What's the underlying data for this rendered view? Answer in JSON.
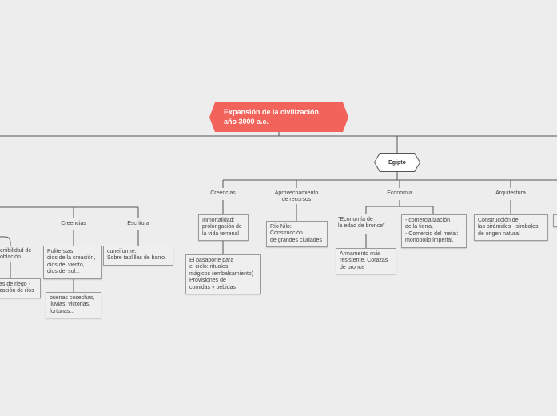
{
  "root": {
    "title": "Expansión de la civilización\naño 3000 a.c."
  },
  "egipto": {
    "title": "Egipto",
    "branches": {
      "creencias": "Creencias",
      "aprovechamiento": "Aprovechamiento\nde recursos",
      "economia": "Economía",
      "arquitectura": "Arquitectura"
    },
    "notes": {
      "inmortalidad": "Inmortalidad:\nprolongación de\nla vida terrenal",
      "pasaporte": "El pasaporte para\nel cielo: rituales\nmágicos (embalsamiento)\nProvisiones de\ncomidas y bebidas",
      "rio_nilo": "Río Nilo:\nConstrucción\nde grandes ciudades",
      "economia_bronce": "\"Economía de\nla edad de bronce\"",
      "comercializacion": "- comercialización\nde la tierra.\n- Comercio del metal:\nmonopolio imperial.",
      "armamento": "Armamento más\nresistente. Corazas\nde bronce",
      "piramides": "Construcción de\nlas pirámides - símbolos\nde origen natural"
    }
  },
  "left_branch": {
    "creencias": "Creencias",
    "escritura": "Escritura",
    "politeistas": "Politeístas:\ndios de la creación,\ndios del viento,\ndios del sol...",
    "cosechas": "buenas cosechas,\nlluvias, victorias,\nfortunas...",
    "cuneiforme": "cuneiforme.\nSobre tablillas de barro.",
    "sensibilidad": "enibilidad de\noblación",
    "riego": "as de riego -\nzación de ríos"
  }
}
